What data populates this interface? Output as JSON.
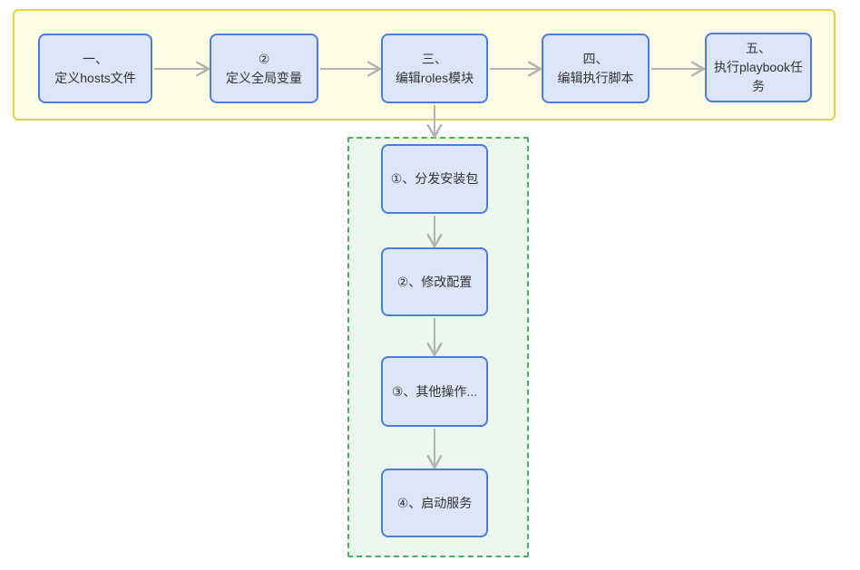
{
  "diagram": {
    "main_flow": {
      "steps": [
        {
          "label": "一、\n定义hosts文件"
        },
        {
          "label": "②\n定义全局变量"
        },
        {
          "label": "三、\n编辑roles模块"
        },
        {
          "label": "四、\n编辑执行脚本"
        },
        {
          "label": "五、\n执行playbook任务"
        }
      ]
    },
    "sub_flow": {
      "steps": [
        {
          "label": "①、分发安装包"
        },
        {
          "label": "②、修改配置"
        },
        {
          "label": "③、其他操作..."
        },
        {
          "label": "④、启动服务"
        }
      ]
    },
    "colors": {
      "main_group_bg": "#fdfde6",
      "main_group_border": "#e7d33d",
      "sub_group_bg": "#ecf8ee",
      "sub_group_border": "#4cb05a",
      "node_bg": "#dde5f9",
      "node_border": "#4d7cd9",
      "arrow_color": "#b3b3b3",
      "text_color": "#333333"
    }
  }
}
